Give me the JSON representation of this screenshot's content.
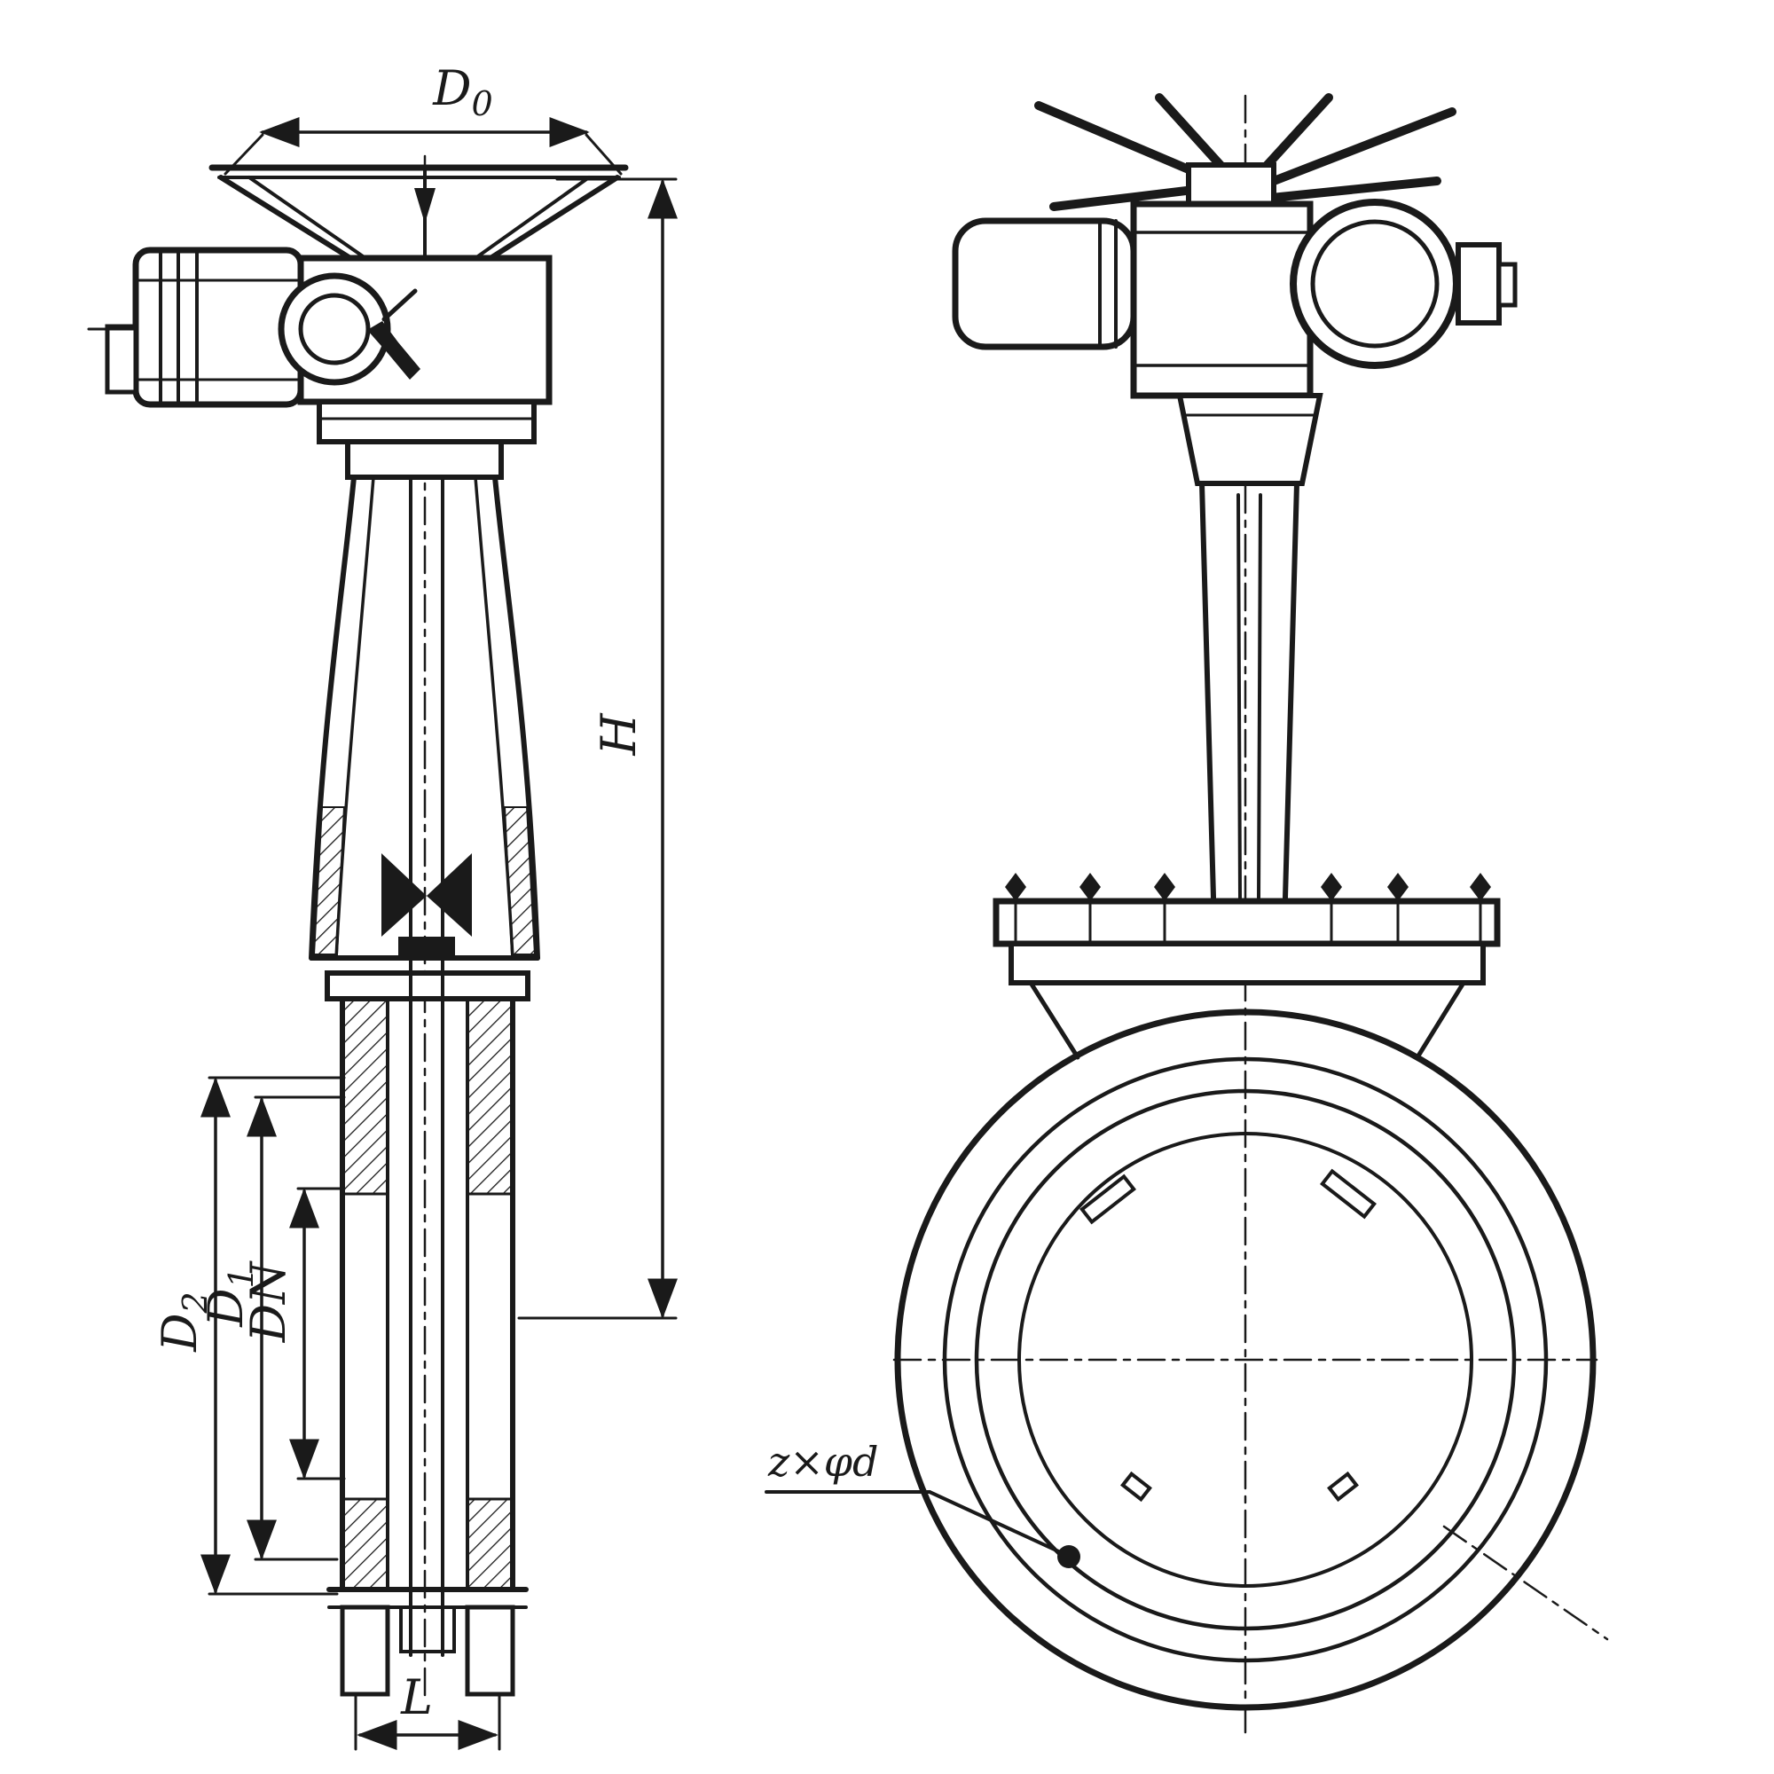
{
  "drawing": {
    "type": "technical-drawing",
    "subject": "electric-actuated knife gate valve, two orthographic views"
  },
  "labels": {
    "d0": {
      "base": "D",
      "sub": "0"
    },
    "d2": {
      "base": "D",
      "sub": "2"
    },
    "d1": {
      "base": "D",
      "sub": "1"
    },
    "dn": "DN",
    "h": "H",
    "l": "L",
    "bolt_note": "z×φd"
  },
  "colors": {
    "ink": "#1a1a1a",
    "background": "#ffffff"
  }
}
